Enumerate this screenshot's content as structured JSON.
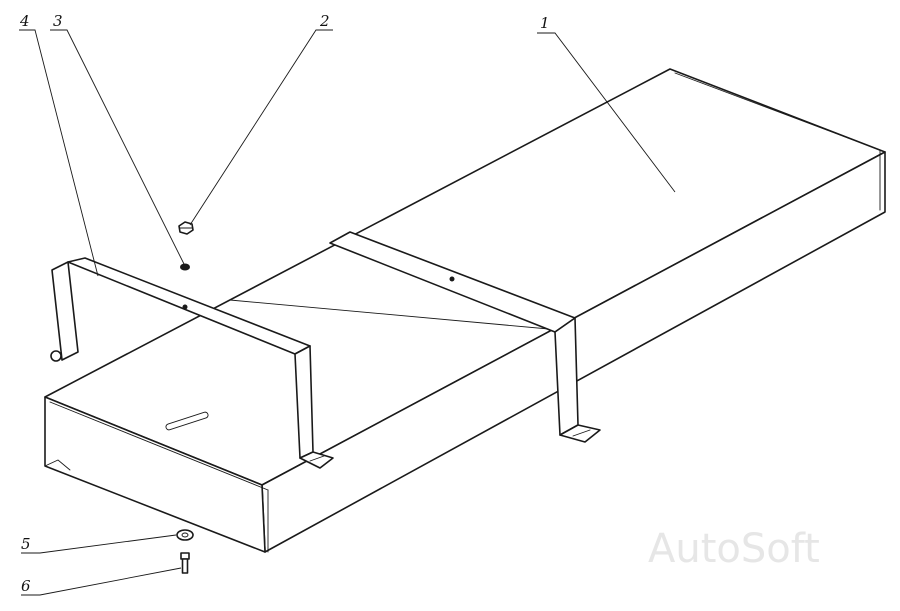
{
  "callouts": [
    {
      "id": "1",
      "label": "1"
    },
    {
      "id": "2",
      "label": "2"
    },
    {
      "id": "3",
      "label": "3"
    },
    {
      "id": "4",
      "label": "4"
    },
    {
      "id": "5",
      "label": "5"
    },
    {
      "id": "6",
      "label": "6"
    }
  ],
  "watermark": "AutoSoft",
  "colors": {
    "line": "#1a1a1a",
    "background": "#ffffff",
    "watermark": "#e6e6e6"
  }
}
